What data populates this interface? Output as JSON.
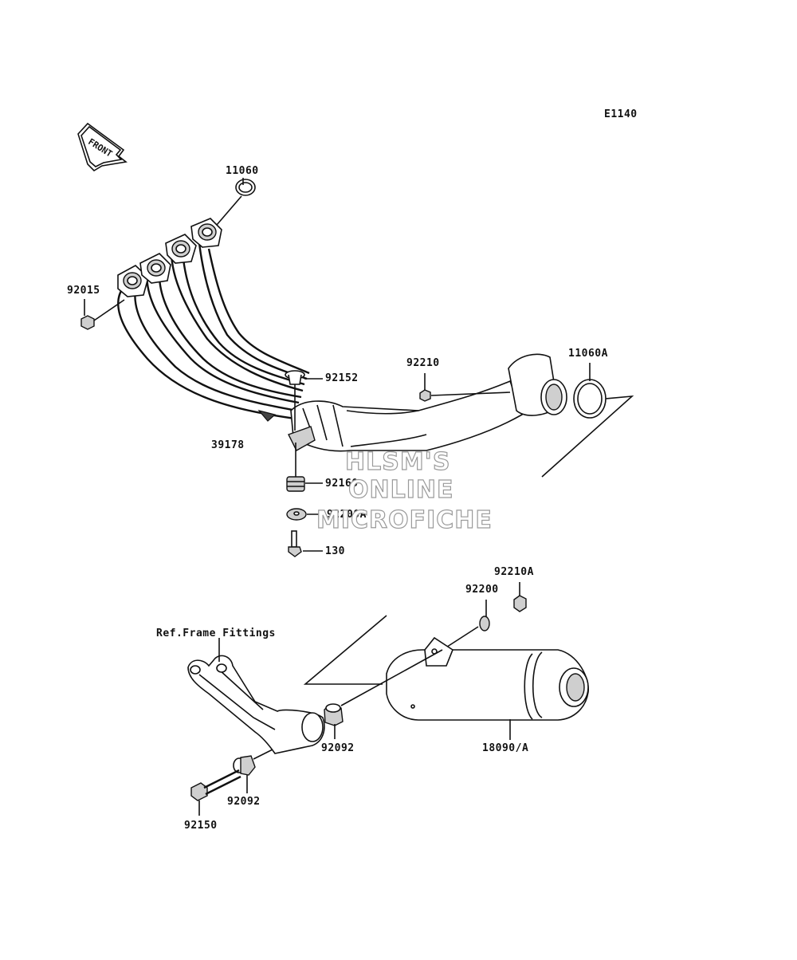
{
  "diagram_code": "E1140",
  "front_arrow_text": "FRONT",
  "watermark": {
    "line1": "HLSM'S",
    "line2": "ONLINE",
    "line3": "MICROFICHE"
  },
  "parts": {
    "p11060": "11060",
    "p92015": "92015",
    "p92152": "92152",
    "p92210": "92210",
    "p11060A": "11060A",
    "p39178": "39178",
    "p92160": "92160",
    "p92200A": "92200A",
    "p130": "130",
    "p92210A": "92210A",
    "p92200": "92200",
    "ref_frame": "Ref.Frame Fittings",
    "p92092_upper": "92092",
    "p18090A": "18090/A",
    "p92092_lower": "92092",
    "p92150": "92150"
  }
}
